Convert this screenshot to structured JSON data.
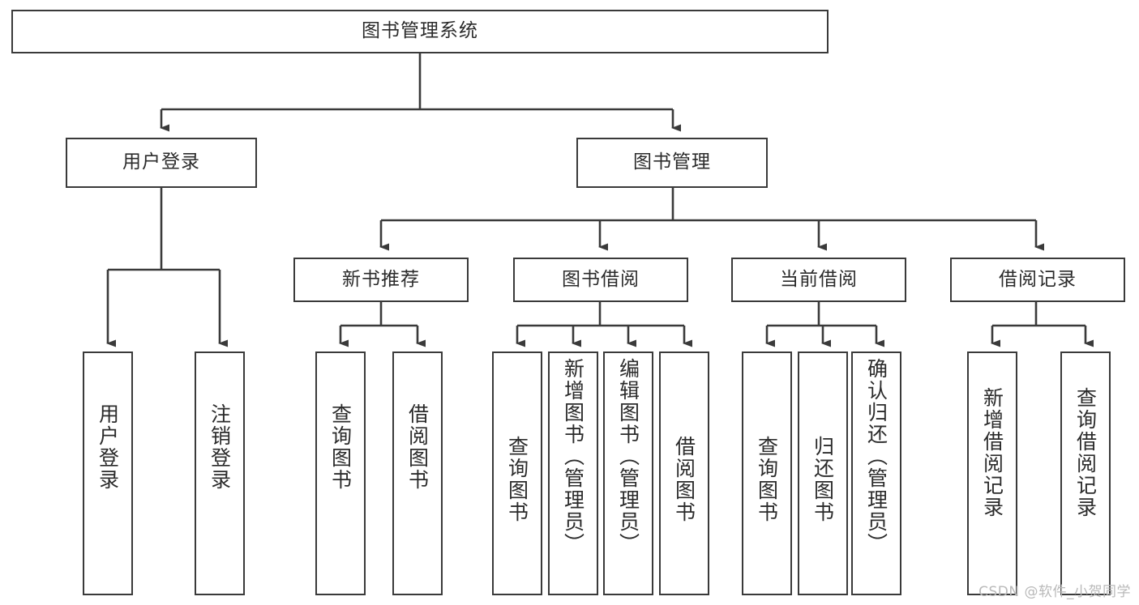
{
  "diagram": {
    "title": "图书管理系统",
    "type": "tree-hierarchy",
    "watermark": "CSDN @软件_小贺同学",
    "colors": {
      "box_border": "#3a3a3a",
      "box_fill": "#ffffff",
      "edge": "#3a3a3a",
      "text": "#2b2b2b",
      "watermark": "#b9b9b9",
      "background": "#ffffff"
    },
    "root": {
      "label": "图书管理系统",
      "orientation": "horizontal"
    },
    "level2": [
      {
        "label": "用户登录",
        "orientation": "horizontal"
      },
      {
        "label": "图书管理",
        "orientation": "horizontal"
      }
    ],
    "level3": [
      {
        "label": "新书推荐",
        "orientation": "horizontal"
      },
      {
        "label": "图书借阅",
        "orientation": "horizontal"
      },
      {
        "label": "当前借阅",
        "orientation": "horizontal"
      },
      {
        "label": "借阅记录",
        "orientation": "horizontal"
      }
    ],
    "leaves": {
      "user_login": [
        {
          "label": "用户登录",
          "orientation": "vertical"
        },
        {
          "label": "注销登录",
          "orientation": "vertical"
        }
      ],
      "new_book_recommend": [
        {
          "label": "查询图书",
          "orientation": "vertical"
        },
        {
          "label": "借阅图书",
          "orientation": "vertical"
        }
      ],
      "book_borrow": [
        {
          "label": "查询图书",
          "orientation": "vertical"
        },
        {
          "label": "新增图书（管理员）",
          "orientation": "vertical"
        },
        {
          "label": "编辑图书（管理员）",
          "orientation": "vertical"
        },
        {
          "label": "借阅图书",
          "orientation": "vertical"
        }
      ],
      "current_borrow": [
        {
          "label": "查询图书",
          "orientation": "vertical"
        },
        {
          "label": "归还图书",
          "orientation": "vertical"
        },
        {
          "label": "确认归还（管理员）",
          "orientation": "vertical"
        }
      ],
      "borrow_record": [
        {
          "label": "新增借阅记录",
          "orientation": "vertical"
        },
        {
          "label": "查询借阅记录",
          "orientation": "vertical"
        }
      ]
    }
  }
}
